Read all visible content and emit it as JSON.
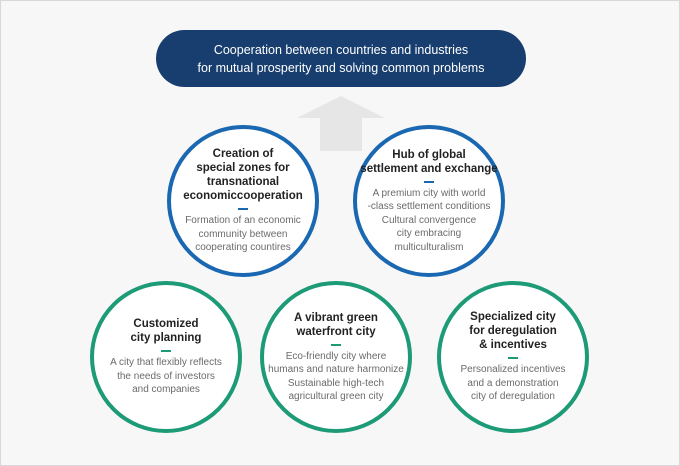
{
  "banner": {
    "line1": "Cooperation between countries and industries",
    "line2": "for mutual prosperity and solving common problems"
  },
  "colors": {
    "banner": "#173e6e",
    "blue_ring": "#1a67b2",
    "green_ring": "#1d9a76",
    "arrow": "#e6e6e6"
  },
  "circles": [
    {
      "title": [
        "Creation of",
        "special zones for",
        "transnational",
        "economiccooperation"
      ],
      "desc": [
        "Formation of an economic",
        "community between",
        "cooperating countires"
      ]
    },
    {
      "title": [
        "Hub of global",
        "settlement and exchange"
      ],
      "desc": [
        "A premium city with world",
        "-class settlement conditions",
        "Cultural convergence",
        "city embracing",
        "multiculturalism"
      ]
    },
    {
      "title": [
        "Customized",
        "city planning"
      ],
      "desc": [
        "A city that flexibly reflects",
        "the needs of investors",
        "and companies"
      ]
    },
    {
      "title": [
        "A vibrant green",
        "waterfront city"
      ],
      "desc": [
        "Eco-friendly city where",
        "humans and nature harmonize",
        "Sustainable high-tech",
        "agricultural green city"
      ]
    },
    {
      "title": [
        "Specialized city",
        "for deregulation",
        "& incentives"
      ],
      "desc": [
        "Personalized incentives",
        "and a demonstration",
        "city of deregulation"
      ]
    }
  ]
}
